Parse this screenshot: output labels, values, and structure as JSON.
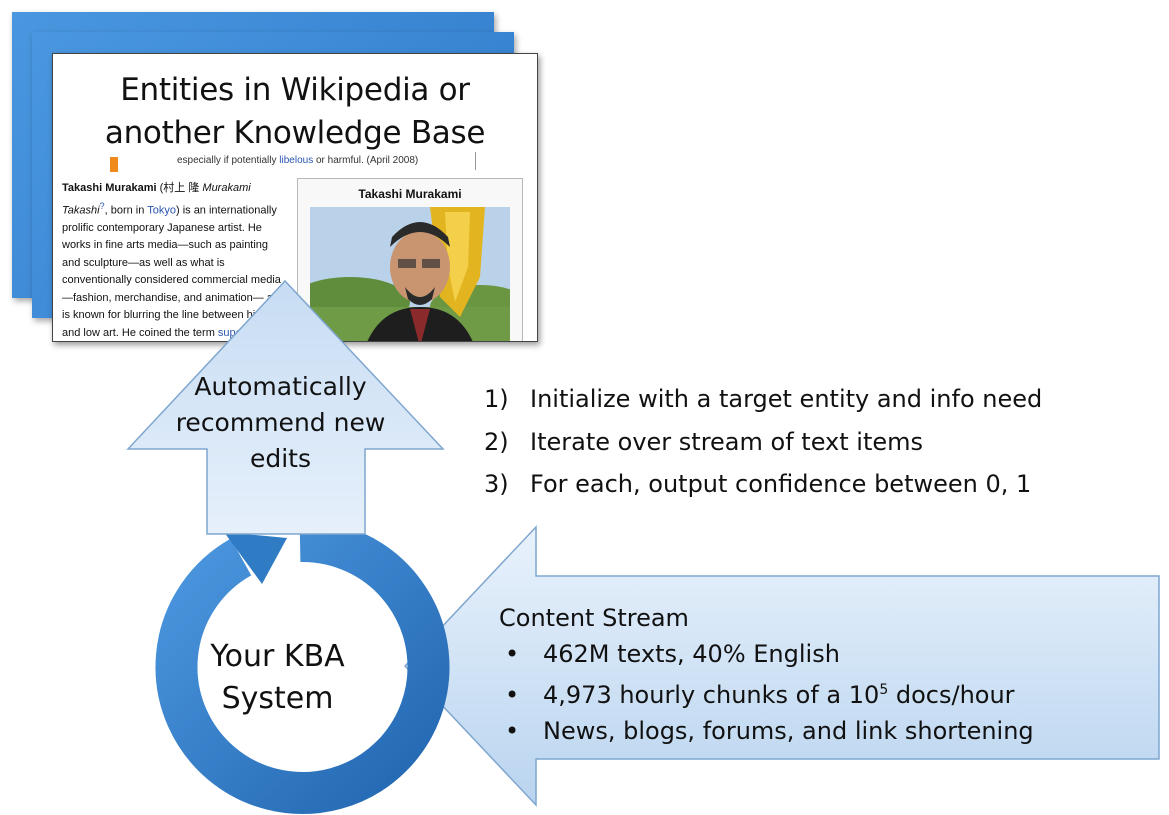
{
  "wiki_card": {
    "heading_line1": "Entities in Wikipedia or",
    "heading_line2": "another Knowledge Base",
    "notice_text": "especially if potentially",
    "notice_link": "libelous",
    "notice_tail": "or harmful. (April 2008)",
    "article": {
      "name_bold": "Takashi Murakami",
      "name_native": " (村上 隆 ",
      "name_romaji": "Murakami Takashi",
      "sup_mark": "?",
      "born_in": ", born in ",
      "born_link": "Tokyo",
      "body1": ") is an internationally prolific contemporary Japanese artist. He works in fine arts media—such as painting and sculpture—as well as what is conventionally considered commercial media—fashion, merchandise, and animation— and is known for blurring the line between high and low art. He coined the term ",
      "body_link": "superflat"
    },
    "infobox_title": "Takashi Murakami"
  },
  "up_arrow": {
    "line1": "Automatically",
    "line2": "recommend new",
    "line3": "edits"
  },
  "steps": [
    {
      "num": "1)",
      "text": "Initialize with a target entity and info need"
    },
    {
      "num": "2)",
      "text": "Iterate over stream of text items"
    },
    {
      "num": "3)",
      "text": "For each, output confidence between 0, 1"
    }
  ],
  "content_stream": {
    "title": "Content Stream",
    "bullet": "•",
    "item1": "462M texts, 40% English",
    "item2_pre": "4,973 hourly chunks of a 10",
    "item2_sup": "5",
    "item2_post": " docs/hour",
    "item3": "News, blogs, forums, and link shortening"
  },
  "kba": {
    "line1": "Your KBA",
    "line2": "System"
  },
  "colors": {
    "card_blue": "#3a86d6",
    "arrow_fill_top": "#e8f1fb",
    "arrow_fill_bottom": "#b3d0ee",
    "arrow_stroke": "#7fa6cf",
    "cycle_blue": "#2f7cc4"
  }
}
